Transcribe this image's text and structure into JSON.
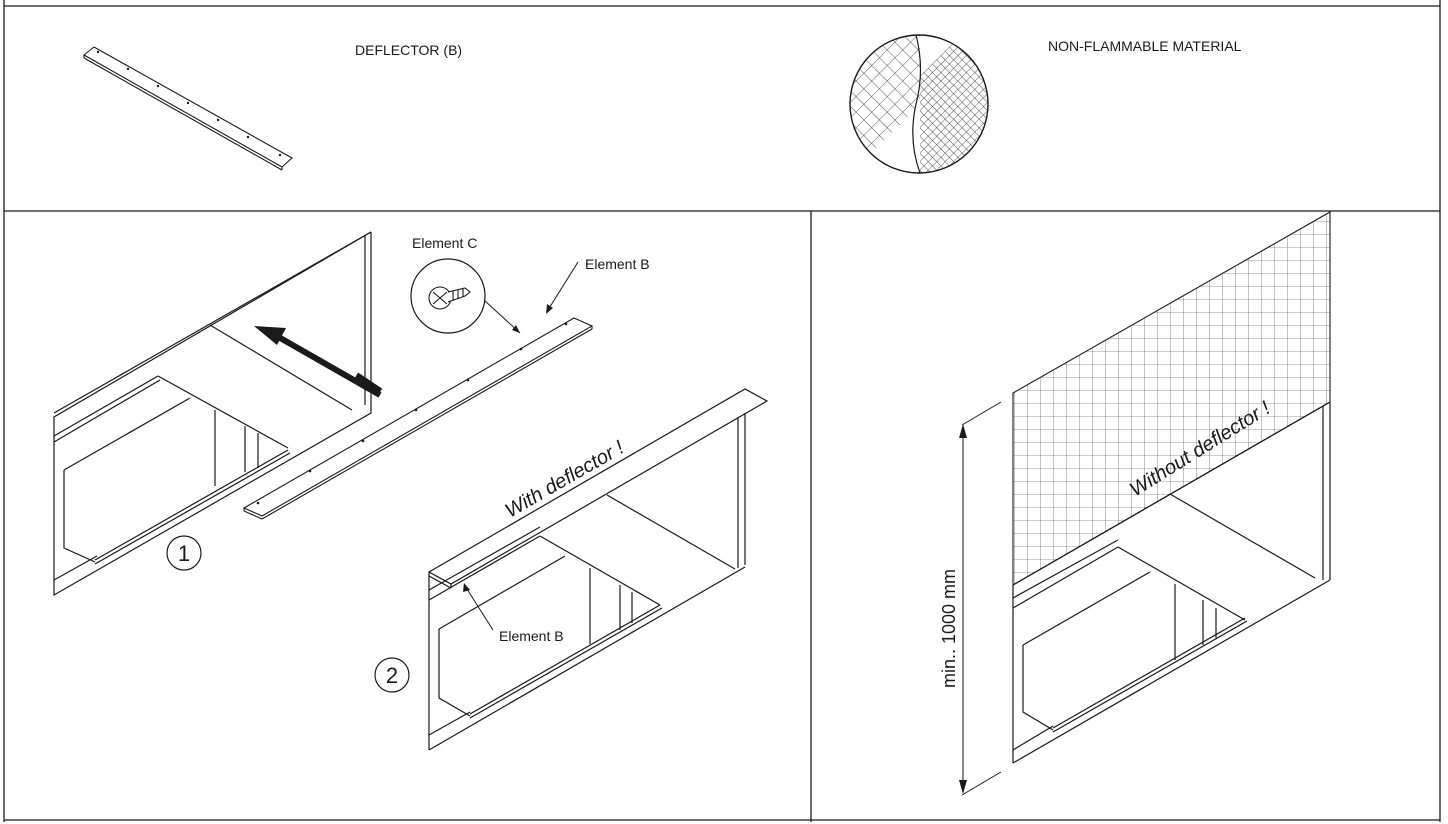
{
  "top_panel": {
    "deflector_label": "DEFLECTOR (B)",
    "material_label": "NON-FLAMMABLE MATERIAL"
  },
  "step1": {
    "element_c_label": "Element C",
    "element_b_label": "Element B",
    "step_number": "1"
  },
  "step2": {
    "with_deflector_label": "With deflector !",
    "element_b_label": "Element B",
    "step_number": "2"
  },
  "right_panel": {
    "without_deflector_label": "Without deflector !",
    "dimension_label": "min.. 1000 mm"
  },
  "colors": {
    "line": "#1a1a1a",
    "background": "#ffffff"
  }
}
